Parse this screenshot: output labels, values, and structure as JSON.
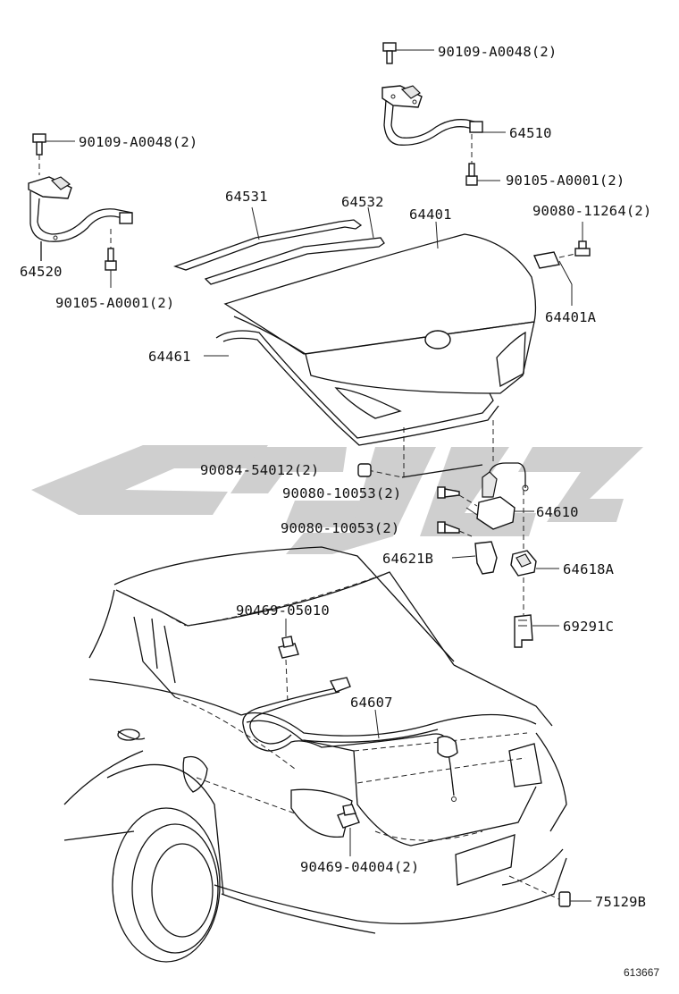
{
  "labels": {
    "bolt_top_right": "90109-A0048(2)",
    "hinge_right": "64510",
    "bolt_lower_right": "90105-A0001(2)",
    "bolt_top_left": "90109-A0048(2)",
    "hinge_left": "64520",
    "bolt_lower_left": "90105-A0001(2)",
    "torsion_bar_1": "64531",
    "torsion_bar_2": "64532",
    "luggage_door": "64401",
    "screw_bumper": "90080-11264(2)",
    "bumper_stop": "64401A",
    "weatherstrip": "64461",
    "nut_cushion": "90084-54012(2)",
    "screw_lock_1": "90080-10053(2)",
    "screw_lock_2": "90080-10053(2)",
    "lock_assy": "64610",
    "lock_bracket": "64621B",
    "striker": "64618A",
    "clamp_c": "69291C",
    "clip_cable": "90469-05010",
    "release_cable": "64607",
    "clip_lower": "90469-04004(2)",
    "plug": "75129B",
    "figure_number": "613667"
  },
  "colors": {
    "line": "#111111",
    "watermark": "#cfcfcf"
  }
}
